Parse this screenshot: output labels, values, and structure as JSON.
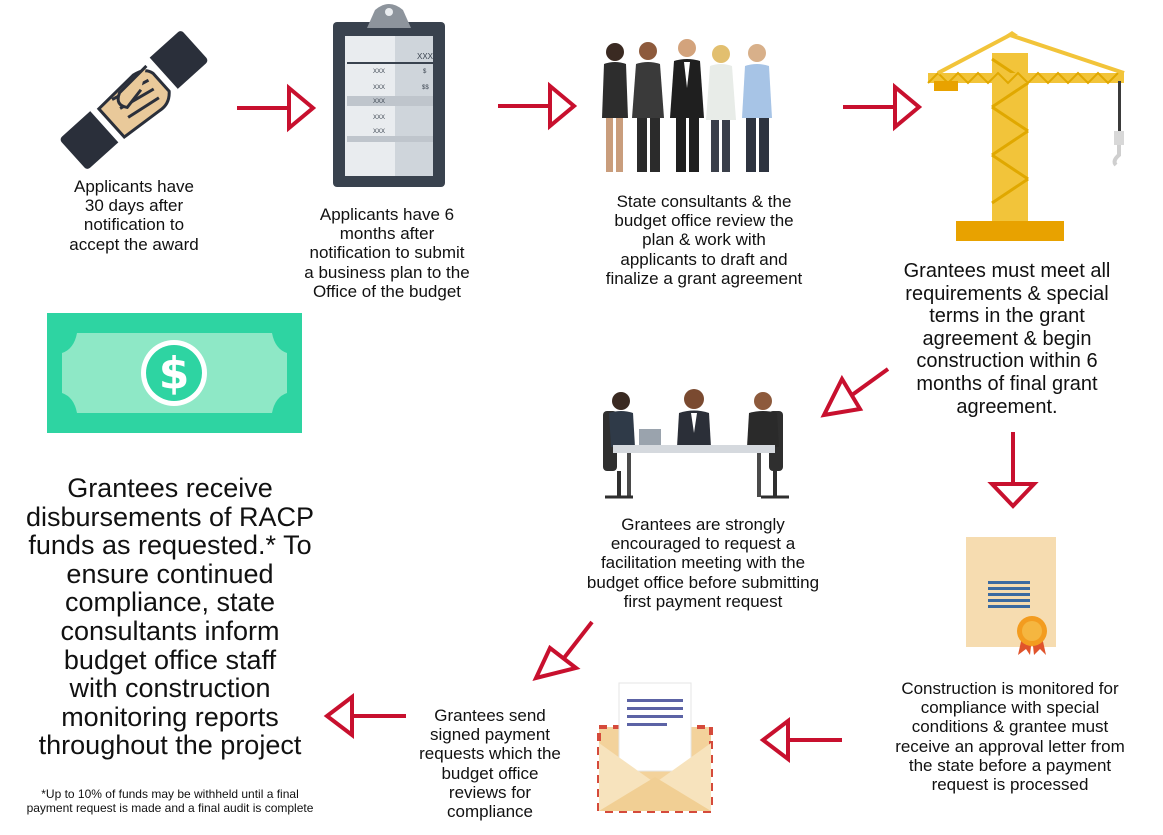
{
  "steps": {
    "accept": {
      "lines": [
        "Applicants have",
        "30 days after",
        "notification to",
        "accept the award"
      ],
      "icon": "handshake-icon"
    },
    "business_plan": {
      "lines": [
        "Applicants have 6",
        "months after",
        "notification to submit",
        "a business plan to the",
        "Office of the budget"
      ],
      "icon": "clipboard-icon",
      "clipboard_text": [
        "XXX",
        "XXX",
        "$",
        "XXX",
        "$$",
        "XXX",
        "XXX",
        "XXX"
      ]
    },
    "review": {
      "lines": [
        "State consultants & the",
        "budget office review the",
        "plan & work with",
        "applicants to draft and",
        "finalize a grant agreement"
      ],
      "icon": "team-group-icon"
    },
    "construction": {
      "lines": [
        "Grantees must meet all",
        "requirements & special",
        "terms in the grant",
        "agreement & begin",
        "construction within 6",
        "months of final grant",
        "agreement."
      ],
      "icon": "crane-icon"
    },
    "monitoring": {
      "lines": [
        "Construction is monitored for",
        "compliance with special",
        "conditions & grantee must",
        "receive an approval  letter from",
        "the  state before a payment",
        "request is processed"
      ],
      "icon": "certificate-icon"
    },
    "payment_requests": {
      "lines": [
        "Grantees send",
        "signed payment",
        "requests which the",
        "budget office",
        "reviews for",
        "compliance"
      ],
      "icon": "envelope-letter-icon"
    },
    "facilitation": {
      "lines": [
        "Grantees are strongly",
        "encouraged to request a",
        "facilitation meeting with the",
        "budget office before submitting",
        "first payment request"
      ],
      "icon": "meeting-table-icon"
    },
    "disbursement": {
      "lines": [
        "Grantees receive",
        "disbursements of RACP",
        "funds as requested.* To",
        "ensure continued",
        "compliance, state",
        "consultants inform",
        "budget office staff",
        "with construction",
        "monitoring reports",
        "throughout the project"
      ],
      "icon": "dollar-bill-icon",
      "bill_symbol": "$"
    }
  },
  "footnote": [
    "*Up to 10% of funds may be withheld until a final",
    "payment request is made and a final audit is complete"
  ],
  "colors": {
    "arrow": "#c8102e",
    "bill": "#2ed4a2",
    "crane": "#f2c43a",
    "text": "#111111"
  }
}
